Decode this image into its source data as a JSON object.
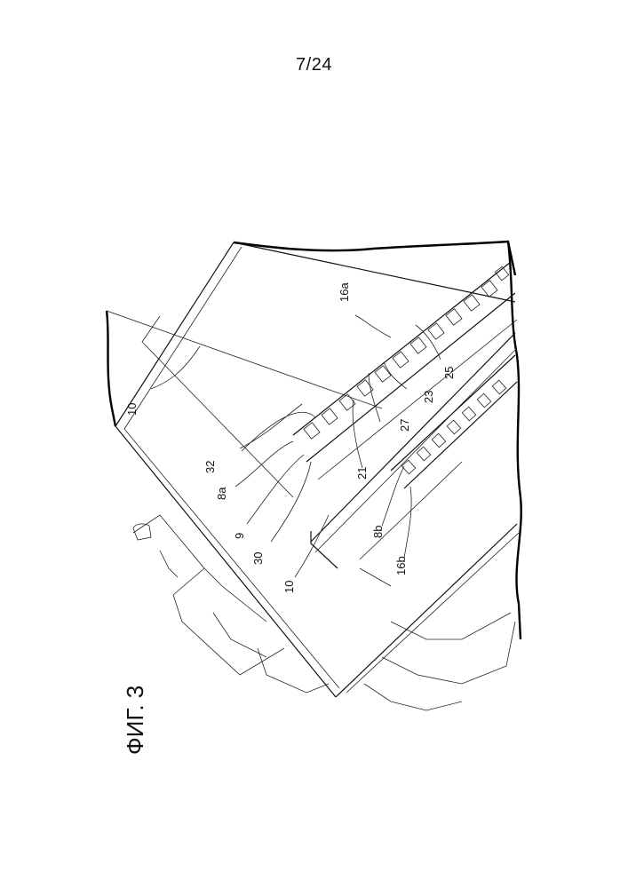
{
  "page": {
    "number": "7/24"
  },
  "figure": {
    "caption": "ФИГ. 3",
    "labels": {
      "l10_top": "10",
      "l10_bottom": "10",
      "l32": "32",
      "l8a": "8a",
      "l9": "9",
      "l30": "30",
      "l21": "21",
      "l27": "27",
      "l23": "23",
      "l25": "25",
      "l16a": "16a",
      "l8b": "8b",
      "l16b": "16b"
    }
  }
}
